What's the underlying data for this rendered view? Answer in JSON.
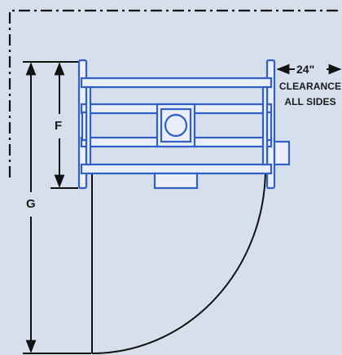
{
  "dimensions": {
    "f": "F",
    "g": "G"
  },
  "clearance": {
    "value": "24\"",
    "line1": "CLEARANCE",
    "line2": "ALL SIDES"
  },
  "colors": {
    "background": "#d6dfec",
    "equipment": "#2f5fc7",
    "equipment_fill": "#e9eef8",
    "linework": "#111111"
  }
}
